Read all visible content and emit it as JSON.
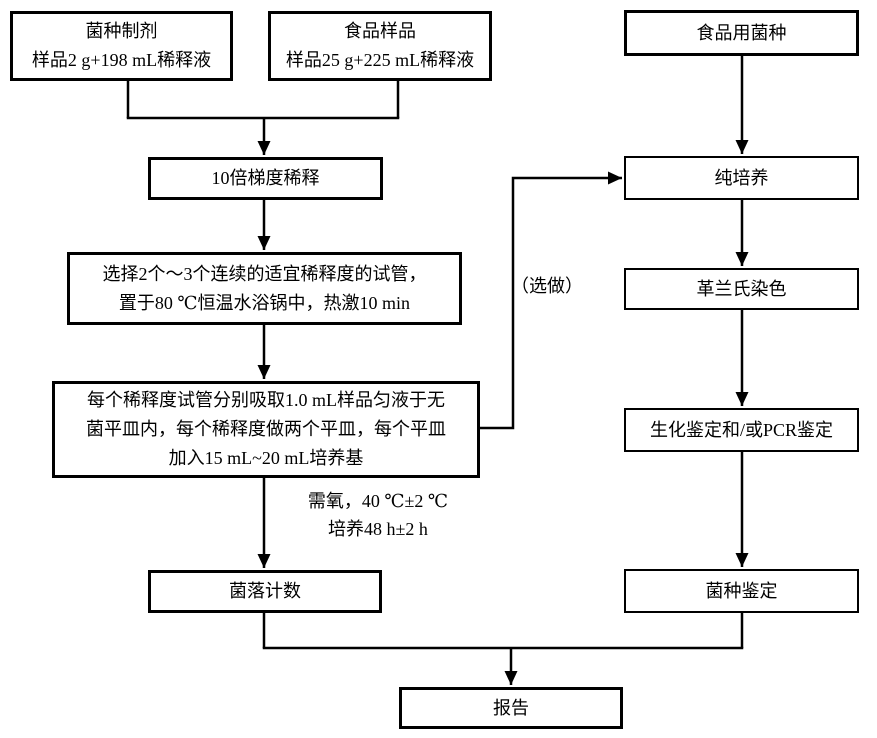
{
  "flowchart": {
    "nodes": {
      "strain_preparation": {
        "line1": "菌种制剂",
        "line2": "样品2 g+198 mL稀释液"
      },
      "food_sample": {
        "line1": "食品样品",
        "line2": "样品25 g+225 mL稀释液"
      },
      "food_culture_strain": {
        "label": "食品用菌种"
      },
      "tenfold_dilution": {
        "label": "10倍梯度稀释"
      },
      "heat_shock": {
        "line1": "选择2个～3个连续的适宜稀释度的试管，",
        "line2": "置于80 ℃恒温水浴锅中，热激10 min"
      },
      "plating": {
        "line1": "每个稀释度试管分别吸取1.0 mL样品匀液于无",
        "line2": "菌平皿内，每个稀释度做两个平皿，每个平皿",
        "line3": "加入15 mL~20 mL培养基"
      },
      "colony_counting": {
        "label": "菌落计数"
      },
      "pure_culture": {
        "label": "纯培养"
      },
      "gram_staining": {
        "label": "革兰氏染色"
      },
      "biochemical_pcr_identification": {
        "label": "生化鉴定和/或PCR鉴定"
      },
      "strain_identification": {
        "label": "菌种鉴定"
      },
      "report": {
        "label": "报告"
      }
    },
    "annotations": {
      "incubation": {
        "line1": "需氧，40 ℃±2 ℃",
        "line2": "培养48 h±2 h"
      },
      "optional_label": "（选做）"
    },
    "colors": {
      "line": "#000000",
      "background": "#ffffff",
      "text": "#000000"
    }
  }
}
